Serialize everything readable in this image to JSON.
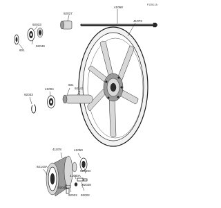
{
  "diagram": {
    "corner_code": "F1204-1A",
    "parts": {
      "p41068": "41068",
      "p92027": "92027",
      "p41073": "41073",
      "p92033_top": "92033",
      "p92049": "92049",
      "p601_top": "601",
      "p92033_mid": "92033",
      "p41004": "41004",
      "p601_mid": "601",
      "p92143_mid": "92143",
      "p41078": "41078",
      "p41050": "41050",
      "p92049A": "92049A",
      "p92143_low": "92143A",
      "p41060A": "41060A",
      "p92043": "92043",
      "p92022": "92022",
      "p92028": "92028",
      "p92022b": "92022"
    }
  }
}
